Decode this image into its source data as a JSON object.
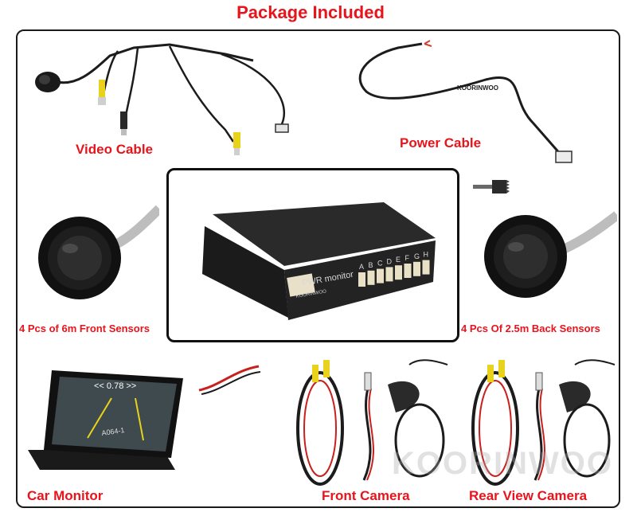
{
  "title": "Package Included",
  "labels": {
    "video_cable": "Video Cable",
    "power_cable": "Power Cable",
    "front_sensors": "4 Pcs of 6m Front Sensors",
    "back_sensors": "4 Pcs Of 2.5m Back Sensors",
    "car_monitor": "Car Monitor",
    "front_camera": "Front Camera",
    "rear_camera": "Rear View Camera"
  },
  "control_box": {
    "pwr_label": "PWR monitor",
    "ports": [
      "A",
      "B",
      "C",
      "D",
      "E",
      "F",
      "G",
      "H"
    ]
  },
  "monitor_screen": {
    "distance_readout": "<< 0.78 >>",
    "plate": "A064-1"
  },
  "brand_marks": [
    "KOORINWOO",
    "KOORINWOO"
  ],
  "watermark": "KOORINWOO",
  "colors": {
    "label_red": "#e8141c",
    "frame": "#1a1a1a"
  }
}
